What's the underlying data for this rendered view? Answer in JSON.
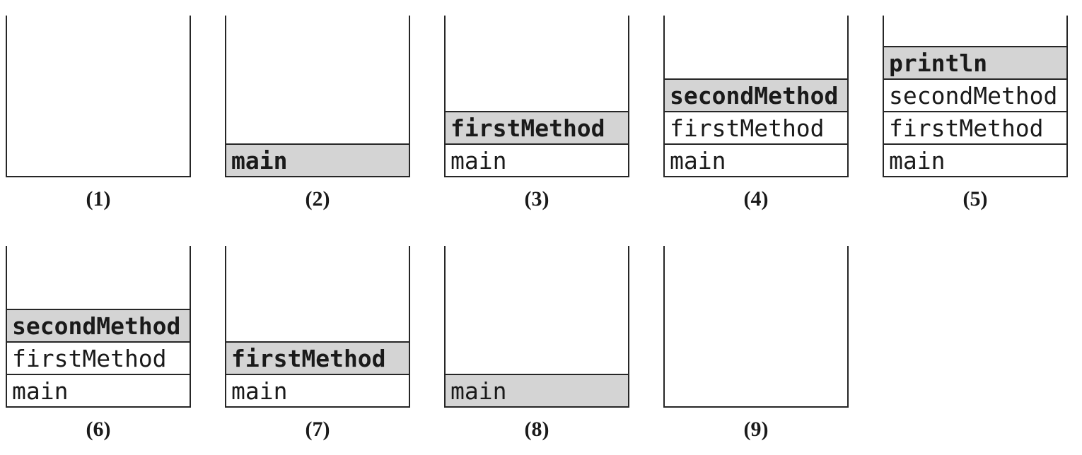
{
  "figure": {
    "kind": "call-stack-sequence-diagram",
    "colors": {
      "frame_fill": "#d4d4d4",
      "frame_border": "#262626",
      "background": "#ffffff",
      "text": "#1a1a1a"
    },
    "rows": [
      {
        "stacks": [
          {
            "label": "(1)",
            "frames": []
          },
          {
            "label": "(2)",
            "frames": [
              {
                "name": "main",
                "highlighted": true,
                "bold": true
              }
            ]
          },
          {
            "label": "(3)",
            "frames": [
              {
                "name": "firstMethod",
                "highlighted": true,
                "bold": true
              },
              {
                "name": "main",
                "highlighted": false,
                "bold": false
              }
            ]
          },
          {
            "label": "(4)",
            "frames": [
              {
                "name": "secondMethod",
                "highlighted": true,
                "bold": true
              },
              {
                "name": "firstMethod",
                "highlighted": false,
                "bold": false
              },
              {
                "name": "main",
                "highlighted": false,
                "bold": false
              }
            ]
          },
          {
            "label": "(5)",
            "frames": [
              {
                "name": "println",
                "highlighted": true,
                "bold": true
              },
              {
                "name": "secondMethod",
                "highlighted": false,
                "bold": false
              },
              {
                "name": "firstMethod",
                "highlighted": false,
                "bold": false
              },
              {
                "name": "main",
                "highlighted": false,
                "bold": false
              }
            ]
          }
        ]
      },
      {
        "stacks": [
          {
            "label": "(6)",
            "frames": [
              {
                "name": "secondMethod",
                "highlighted": true,
                "bold": true
              },
              {
                "name": "firstMethod",
                "highlighted": false,
                "bold": false
              },
              {
                "name": "main",
                "highlighted": false,
                "bold": false
              }
            ]
          },
          {
            "label": "(7)",
            "frames": [
              {
                "name": "firstMethod",
                "highlighted": true,
                "bold": true
              },
              {
                "name": "main",
                "highlighted": false,
                "bold": false
              }
            ]
          },
          {
            "label": "(8)",
            "frames": [
              {
                "name": "main",
                "highlighted": true,
                "bold": false
              }
            ]
          },
          {
            "label": "(9)",
            "frames": []
          }
        ]
      }
    ]
  }
}
